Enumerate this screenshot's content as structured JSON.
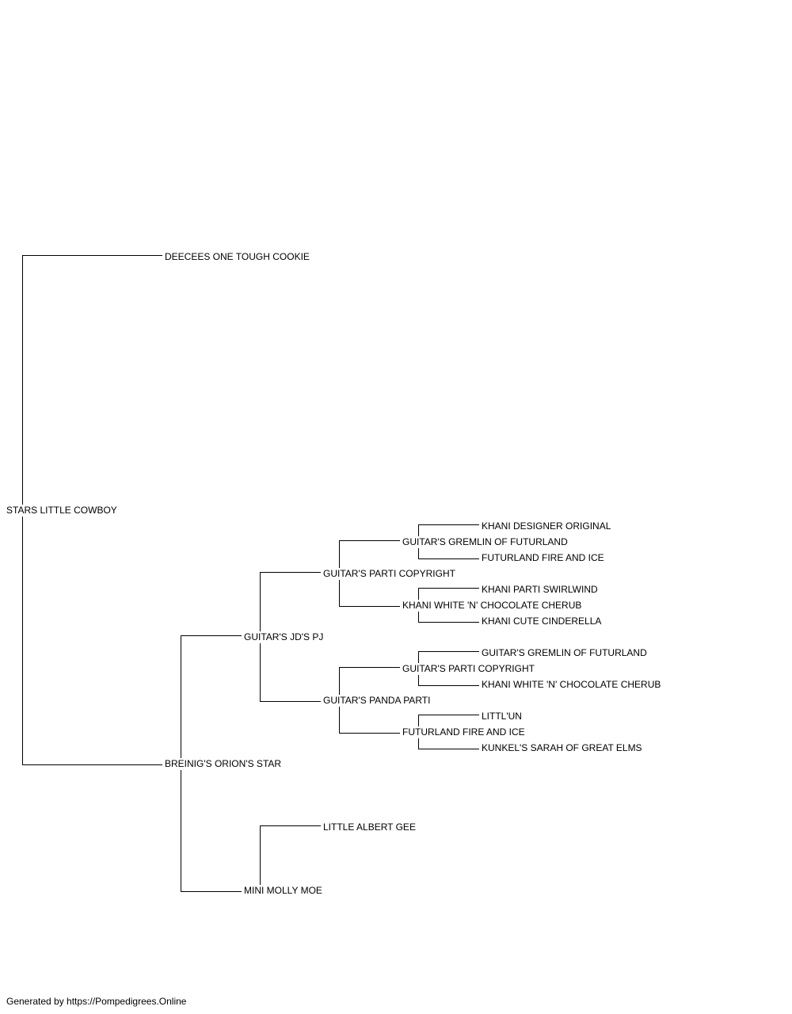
{
  "pedigree": {
    "subject": "STARS LITTLE COWBOY",
    "sire": "DEECEES ONE TOUGH COOKIE",
    "dam": "BREINIG'S ORION'S STAR",
    "dam_sire": "GUITAR'S JD'S PJ",
    "dam_dam": "MINI MOLLY MOE",
    "dam_sire_sire": "GUITAR'S PARTI COPYRIGHT",
    "dam_sire_dam": "GUITAR'S PANDA PARTI",
    "dam_dam_sire": "LITTLE ALBERT GEE",
    "dsss": "GUITAR'S GREMLIN OF FUTURLAND",
    "dssd": "KHANI WHITE 'N' CHOCOLATE CHERUB",
    "dsds": "GUITAR'S PARTI COPYRIGHT",
    "dsdd": "FUTURLAND FIRE AND ICE",
    "dssss": "KHANI DESIGNER ORIGINAL",
    "dsssd": "FUTURLAND FIRE AND ICE",
    "dssds": "KHANI PARTI SWIRLWIND",
    "dssdd": "KHANI CUTE CINDERELLA",
    "dsdss": "GUITAR'S GREMLIN OF FUTURLAND",
    "dsdsd": "KHANI WHITE 'N' CHOCOLATE CHERUB",
    "dsdds": "LITTL'UN",
    "dsddd": "KUNKEL'S SARAH OF GREAT ELMS"
  },
  "footer": {
    "text": "Generated by https://Pompedigrees.Online"
  },
  "colors": {
    "line": "#000000",
    "text": "#000000",
    "background": "#ffffff"
  }
}
